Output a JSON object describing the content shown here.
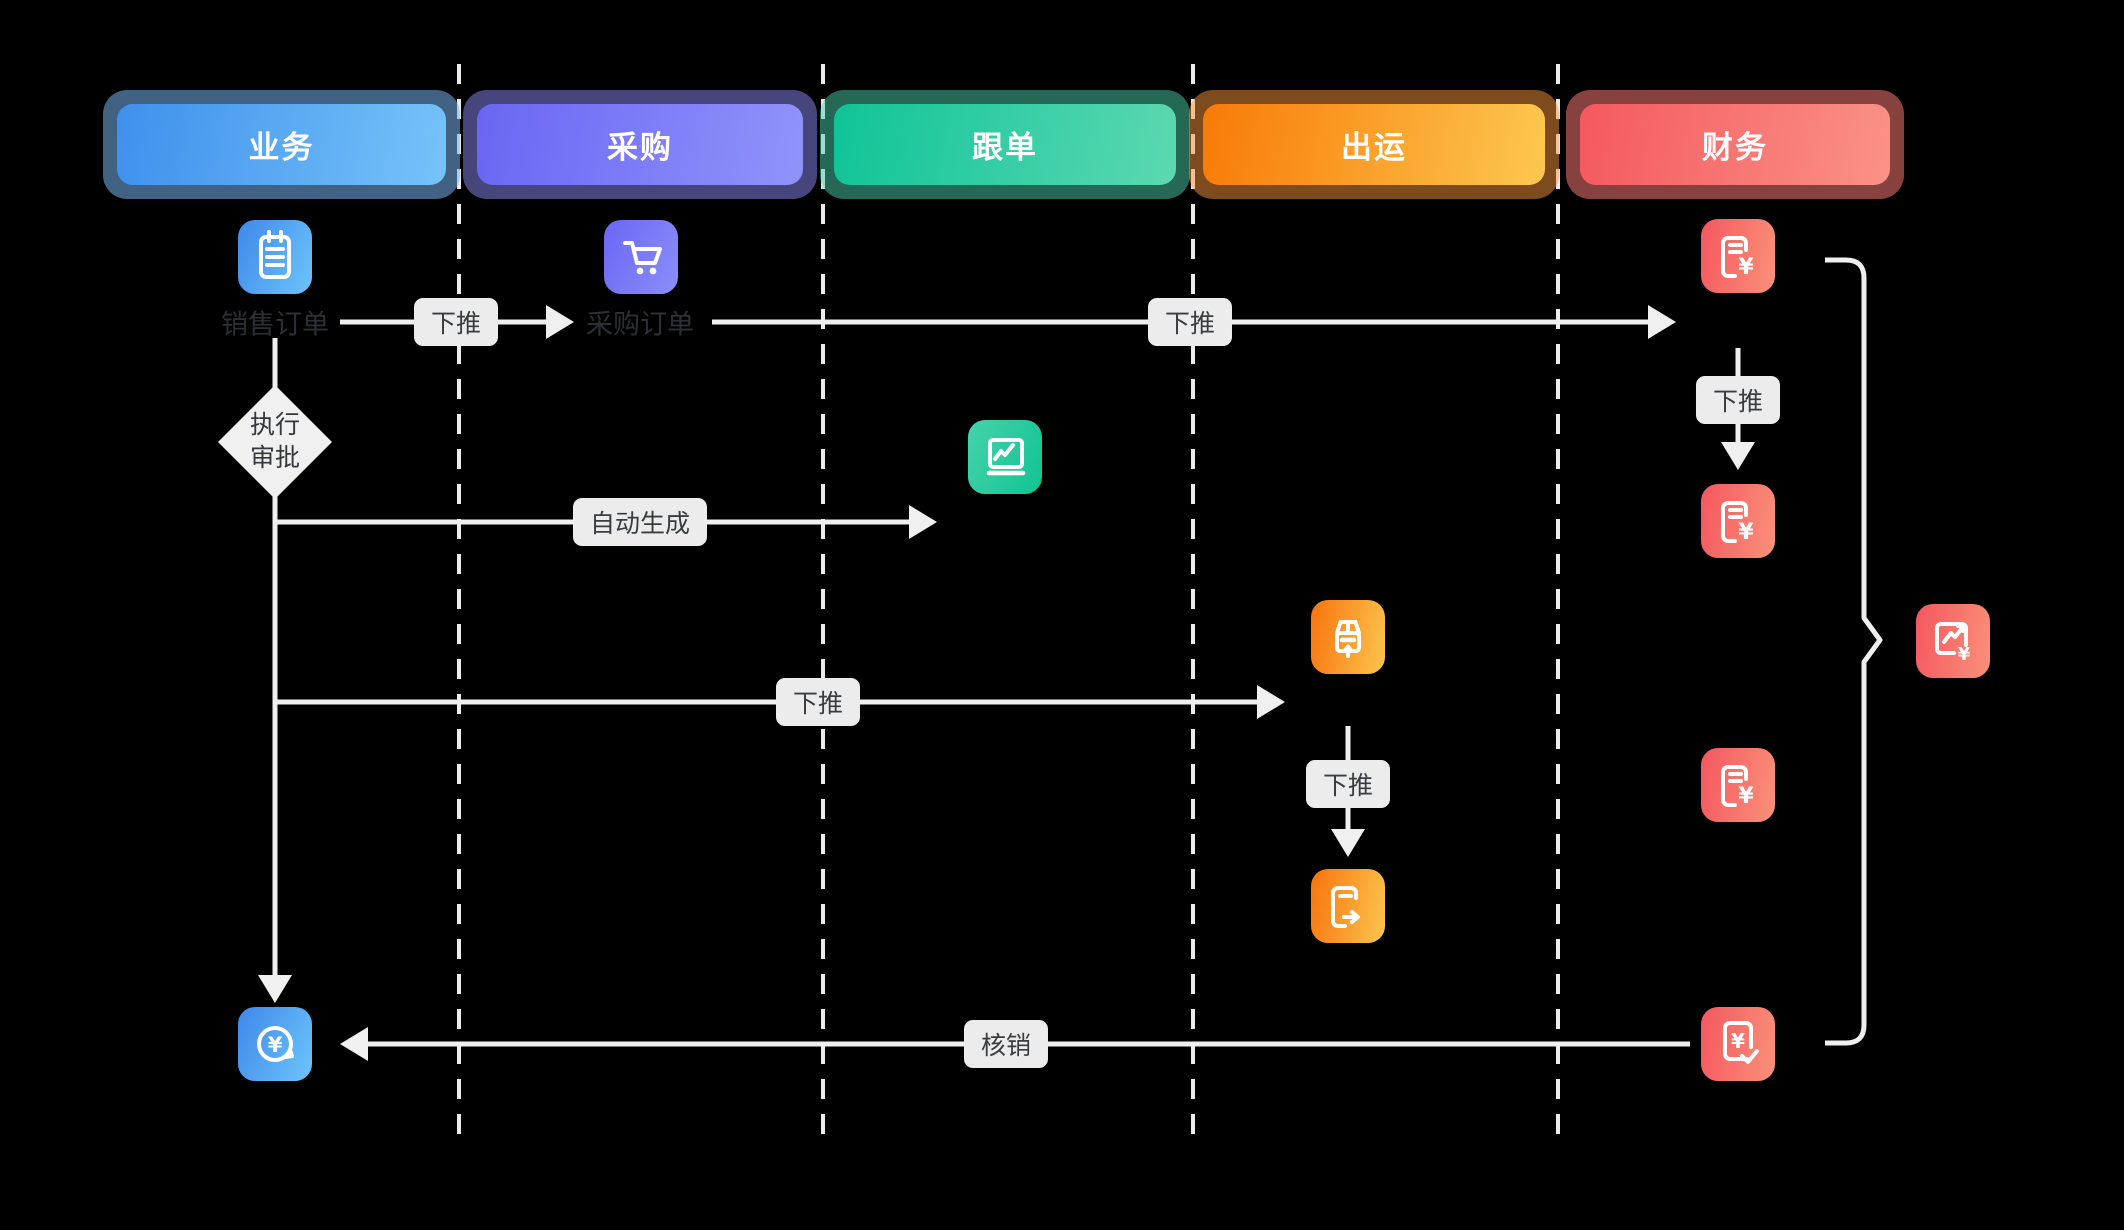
{
  "diagram": {
    "title": "order-to-cash swimlane flow",
    "background_color": "#000000",
    "lanes": [
      {
        "id": "business",
        "label": "业务",
        "gradient_from": "#3e90ec",
        "gradient_to": "#76c3f9"
      },
      {
        "id": "procurement",
        "label": "采购",
        "gradient_from": "#6a66f4",
        "gradient_to": "#9193fa"
      },
      {
        "id": "merchandising",
        "label": "跟单",
        "gradient_from": "#0fc497",
        "gradient_to": "#5cd8b2"
      },
      {
        "id": "shipping",
        "label": "出运",
        "gradient_from": "#f87a07",
        "gradient_to": "#fcc850"
      },
      {
        "id": "finance",
        "label": "财务",
        "gradient_from": "#f4595e",
        "gradient_to": "#fa9287"
      }
    ],
    "nodes": {
      "sales_order": {
        "label": "销售订单",
        "icon": "clipboard-icon",
        "color": "blue"
      },
      "purchase_order": {
        "label": "采购订单",
        "icon": "shopping-cart-icon",
        "color": "purple"
      },
      "approval": {
        "line1": "执行",
        "line2": "审批",
        "shape": "diamond"
      },
      "followup_board": {
        "icon": "chart-monitor-icon",
        "color": "green"
      },
      "shipping_box": {
        "icon": "package-box-icon",
        "color": "orange"
      },
      "shipping_doc": {
        "icon": "document-export-icon",
        "color": "orange"
      },
      "finance_doc_1": {
        "icon": "invoice-yen-icon",
        "color": "red"
      },
      "finance_doc_2": {
        "icon": "invoice-yen-icon",
        "color": "red"
      },
      "finance_doc_3": {
        "icon": "invoice-yen-icon",
        "color": "red"
      },
      "finance_receipt": {
        "icon": "receipt-yen-check-icon",
        "color": "red"
      },
      "business_money": {
        "icon": "yen-circle-icon",
        "color": "blue"
      },
      "profit_summary": {
        "icon": "trend-chart-yen-icon",
        "color": "red"
      }
    },
    "edges": {
      "push_to_purchase": "下推",
      "push_to_finance": "下推",
      "push_finance_down": "下推",
      "auto_generate": "自动生成",
      "push_to_shipping": "下推",
      "push_shipping_down": "下推",
      "write_off": "核销"
    },
    "colors": {
      "line": "#f0f0f0",
      "lane_divider": "#ececec",
      "pill_background": "#ececec",
      "pill_text": "#393c41",
      "node_label_text": "#2c3036",
      "diamond_background": "#f0f0f0"
    }
  }
}
